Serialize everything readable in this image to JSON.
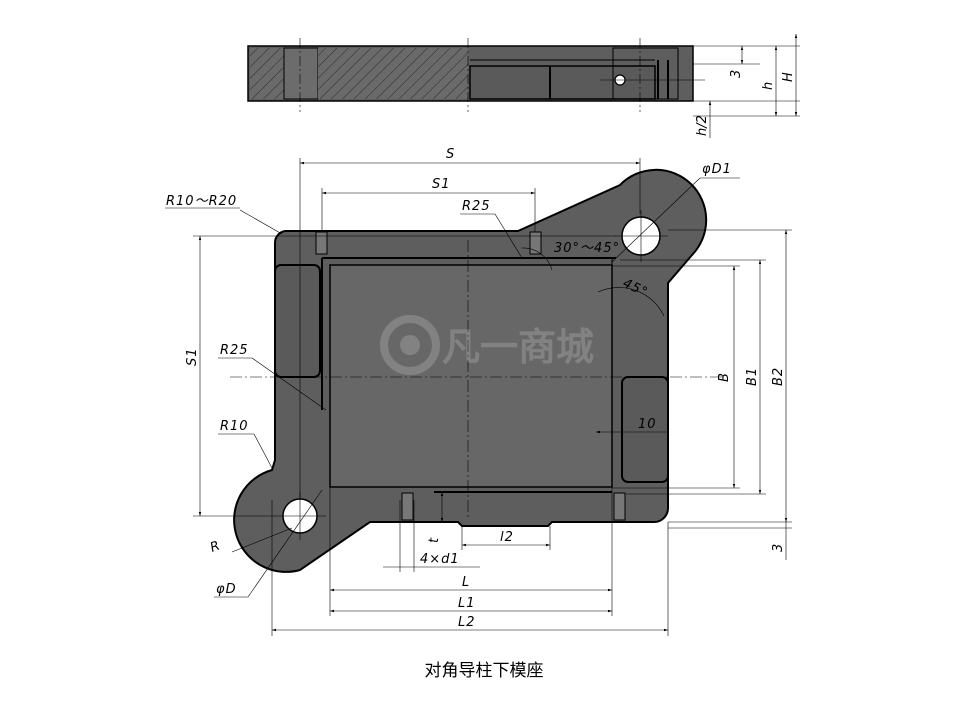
{
  "caption": "对角导柱下模座",
  "watermark": "凡一商城",
  "labels": {
    "S": "S",
    "S1_top": "S1",
    "R25_top": "R25",
    "R10_R20": "R10～R20",
    "phiD1": "φD1",
    "angle_30_45": "30°～45°",
    "angle_45": "45°",
    "S1_left": "S1",
    "R25_left": "R25",
    "R10": "R10",
    "R": "R",
    "phiD": "φD",
    "B": "B",
    "B1": "B1",
    "B2": "B2",
    "ten": "10",
    "three_right": "3",
    "t": "t",
    "four_d1": "4×d1",
    "l2": "l2",
    "L": "L",
    "L1": "L1",
    "L2": "L2",
    "three_top": "3",
    "h": "h",
    "H": "H",
    "h_half": "h/2"
  },
  "colors": {
    "plate_fill": "#5e5e5e",
    "cavity_fill": "#676767",
    "pocket_fill": "#5a5a5a",
    "line": "#000000",
    "background": "#ffffff"
  }
}
